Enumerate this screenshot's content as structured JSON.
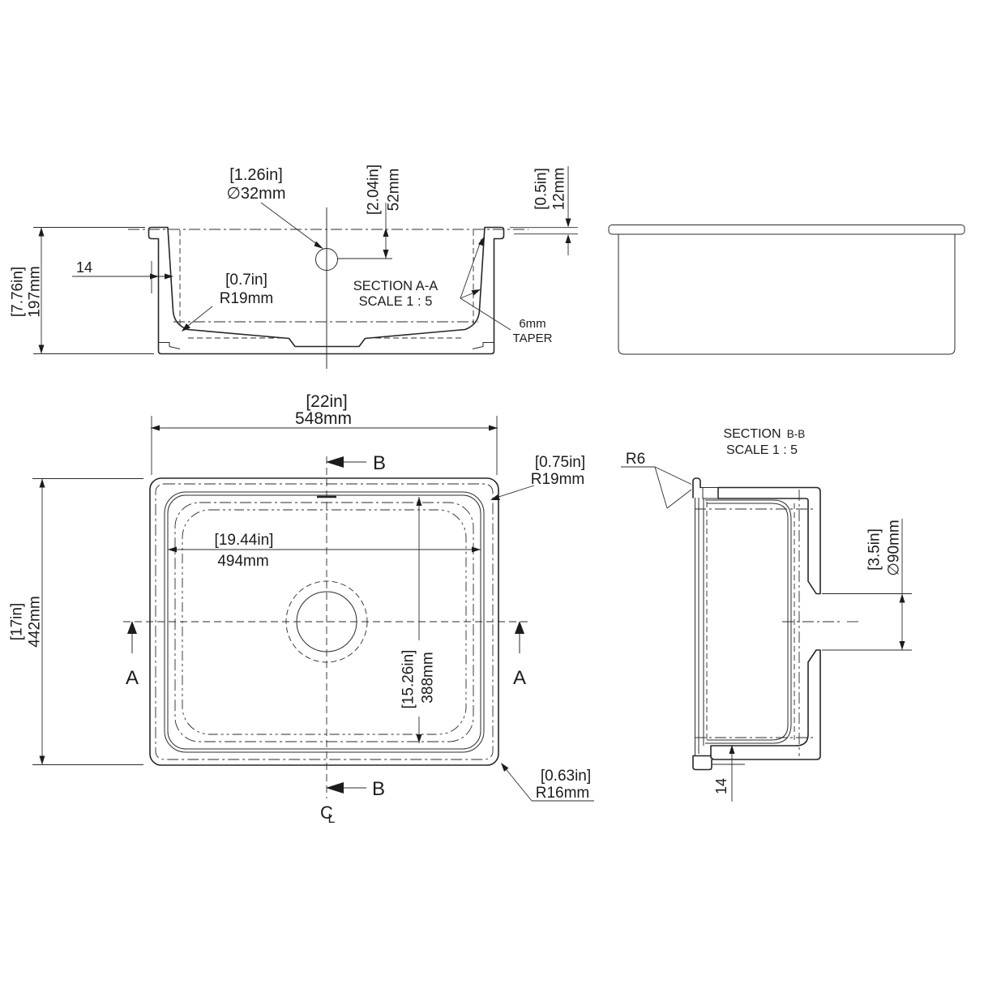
{
  "aa": {
    "title": "SECTION A-A",
    "scale": "SCALE 1 : 5",
    "height_in": "[7.76in]",
    "height_mm": "197mm",
    "wall_thickness": "14",
    "drain_dia_in": "[1.26in]",
    "drain_dia_mm": "∅32mm",
    "drain_depth_in": "[2.04in]",
    "drain_depth_mm": "52mm",
    "rim_in": "[0.5in]",
    "rim_mm": "12mm",
    "radius_in": "[0.7in]",
    "radius_mm": "R19mm",
    "taper_value": "6mm",
    "taper_word": "TAPER"
  },
  "plan": {
    "width_in": "[22in]",
    "width_mm": "548mm",
    "depth_in": "[17in]",
    "depth_mm": "442mm",
    "bowl_width_in": "[19.44in]",
    "bowl_width_mm": "494mm",
    "bowl_depth_in": "[15.26in]",
    "bowl_depth_mm": "388mm",
    "inner_radius_in": "[0.75in]",
    "inner_radius_mm": "R19mm",
    "outer_radius_in": "[0.63in]",
    "outer_radius_mm": "R16mm",
    "cut_a": "A",
    "cut_b": "B",
    "centerline_c": "C",
    "centerline_l": "L"
  },
  "bb": {
    "title_main": "SECTION",
    "title_suffix": "B-B",
    "scale": "SCALE 1 : 5",
    "lip_radius": "R6",
    "drain_dia_in": "[3.5in]",
    "drain_dia_mm": "∅90mm",
    "bottom_thickness": "14"
  }
}
